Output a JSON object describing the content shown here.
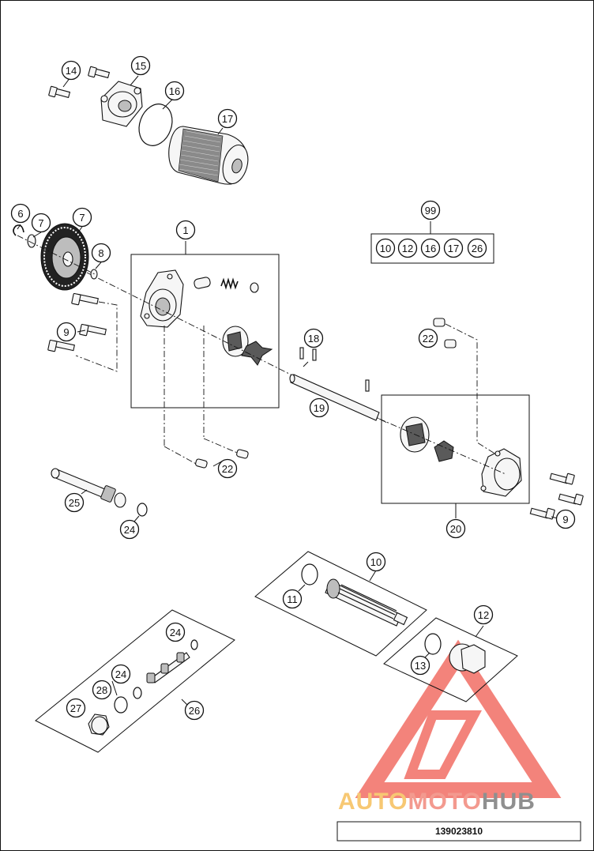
{
  "diagram": {
    "document_number": "139023810",
    "callouts": [
      "1",
      "6",
      "7",
      "7",
      "8",
      "9",
      "9",
      "10",
      "11",
      "12",
      "13",
      "14",
      "15",
      "16",
      "17",
      "18",
      "19",
      "20",
      "22",
      "22",
      "24",
      "24",
      "24",
      "25",
      "26",
      "27",
      "28"
    ],
    "kit": {
      "label": "99",
      "contents": [
        "10",
        "12",
        "16",
        "17",
        "26"
      ]
    }
  },
  "watermark": {
    "text_part1": "AUTO",
    "text_part2": "MOTO",
    "text_part3": "HUB",
    "colors": {
      "auto": "#f7c873",
      "moto": "#f39a8f",
      "hub": "#8f8f8f",
      "triangle": "#ef5a4f"
    }
  }
}
